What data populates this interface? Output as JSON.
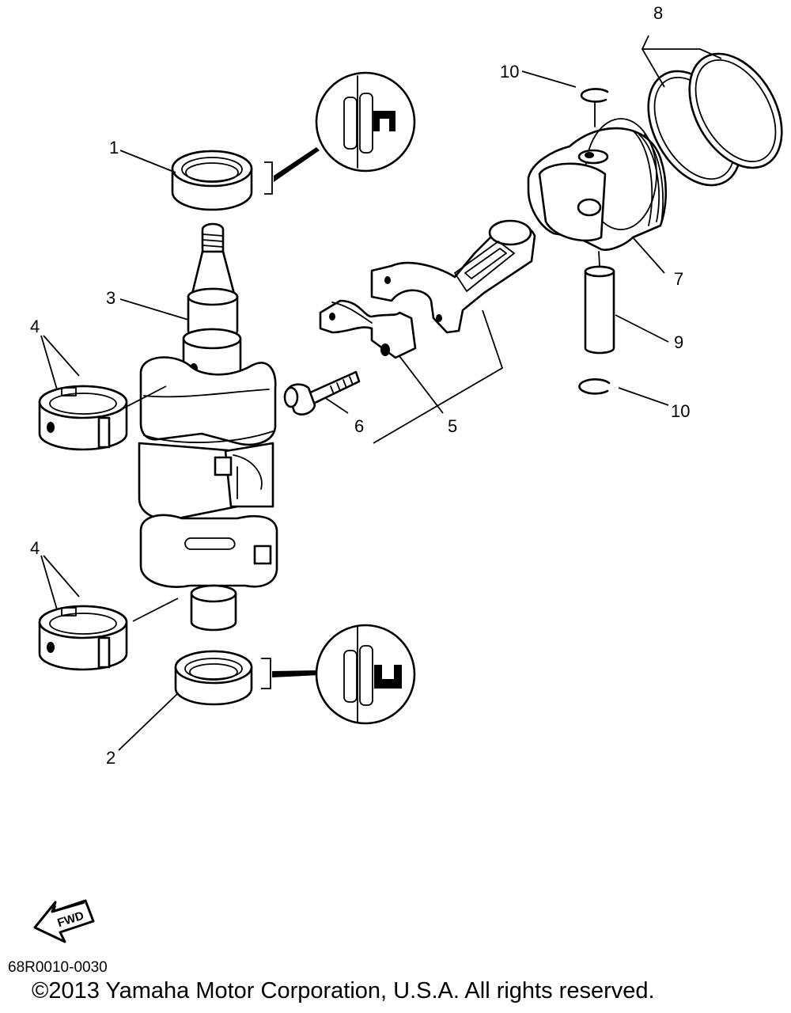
{
  "callouts": {
    "c1": "1",
    "c2": "2",
    "c3": "3",
    "c4a": "4",
    "c4b": "4",
    "c5": "5",
    "c6": "6",
    "c7": "7",
    "c8": "8",
    "c9": "9",
    "c10a": "10",
    "c10b": "10"
  },
  "fwd_label": "FWD",
  "diagram_code": "68R0010-0030",
  "copyright": "©2013 Yamaha Motor Corporation, U.S.A. All rights reserved.",
  "colors": {
    "line": "#000000",
    "background": "#ffffff"
  }
}
